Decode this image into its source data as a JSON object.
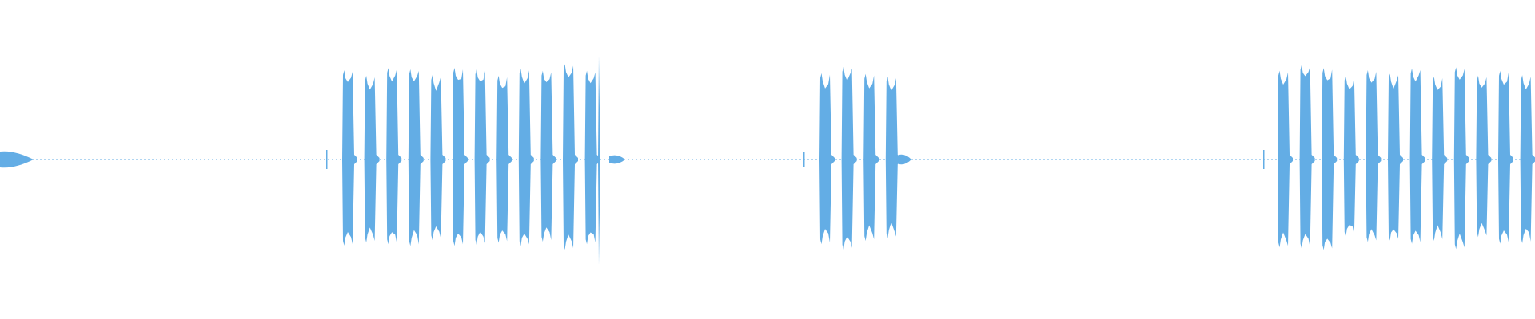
{
  "waveform": {
    "color": "#63ade5",
    "background": "#ffffff",
    "baseline_level": 0.02,
    "segments": [
      {
        "kind": "lead-in"
      },
      {
        "kind": "burst-train",
        "group": 1,
        "pulses": 12
      },
      {
        "kind": "burst-train",
        "group": 2,
        "pulses": 4
      },
      {
        "kind": "burst-train",
        "group": 3,
        "pulses": 12
      }
    ]
  }
}
